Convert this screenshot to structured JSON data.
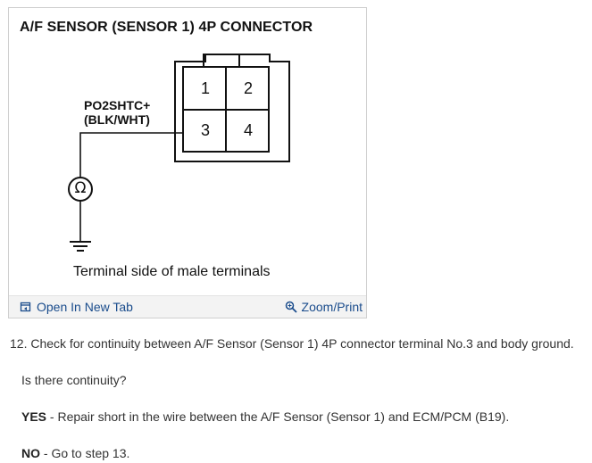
{
  "figure": {
    "title": "A/F SENSOR (SENSOR 1) 4P CONNECTOR",
    "pins": [
      "1",
      "2",
      "3",
      "4"
    ],
    "wire_label_line1": "PO2SHTC+",
    "wire_label_line2": "(BLK/WHT)",
    "meter_symbol": "Ω",
    "caption": "Terminal side of male terminals"
  },
  "toolbar": {
    "open_tab_label": "Open In New Tab",
    "zoom_label": "Zoom/Print",
    "link_color": "#1a4c8c"
  },
  "procedure": {
    "step_text": "12. Check for continuity between A/F Sensor (Sensor 1) 4P connector terminal No.3 and body ground.",
    "question": "Is there continuity?",
    "yes_label": "YES",
    "yes_text": " - Repair short in the wire between the A/F Sensor (Sensor 1) and ECM/PCM (B19).",
    "no_label": "NO",
    "no_text": " - Go to step 13."
  }
}
